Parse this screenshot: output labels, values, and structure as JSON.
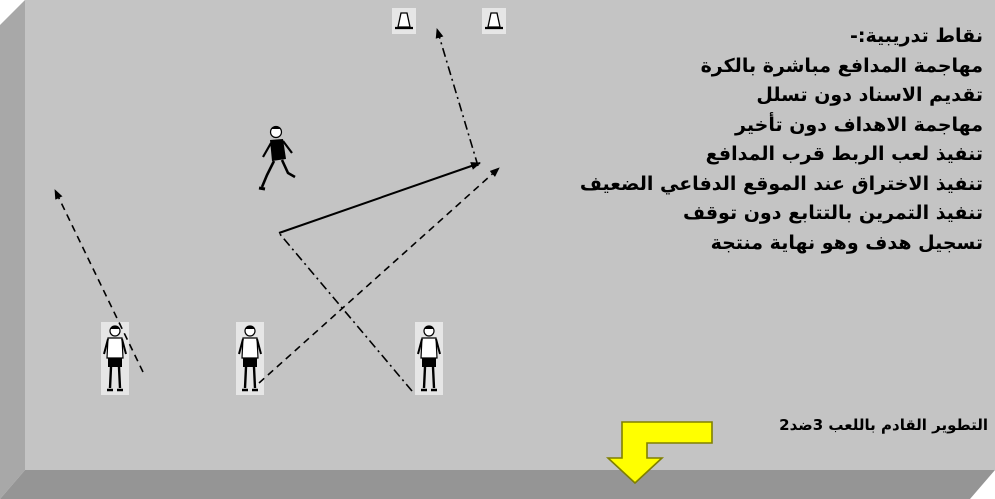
{
  "training_points": {
    "title": "نقاط تدريبية:-",
    "items": [
      "مهاجمة المدافع مباشرة بالكرة",
      "تقديم الاسناد دون تسلل",
      "مهاجمة الاهداف دون تأخير",
      "تنفيذ لعب الربط قرب المدافع",
      "تنفيذ الاختراق عند الموقع الدفاعي الضعيف",
      "تنفيذ التمرين بالتتابع دون توقف",
      "تسجيل هدف وهو نهاية منتجة"
    ]
  },
  "development_note": "التطوير القادم باللعب 3ضد2",
  "colors": {
    "field_top": "#c4c4c4",
    "field_side": "#a8a8a8",
    "field_bottom": "#959595",
    "arrow_fill": "#ffff00",
    "arrow_stroke": "#808000",
    "card_bg": "#e6e6e6"
  },
  "icons": {
    "cone": "cone-marker",
    "player_front": "player-standing",
    "player_running": "player-running",
    "arrow": "down-elbow-arrow"
  }
}
